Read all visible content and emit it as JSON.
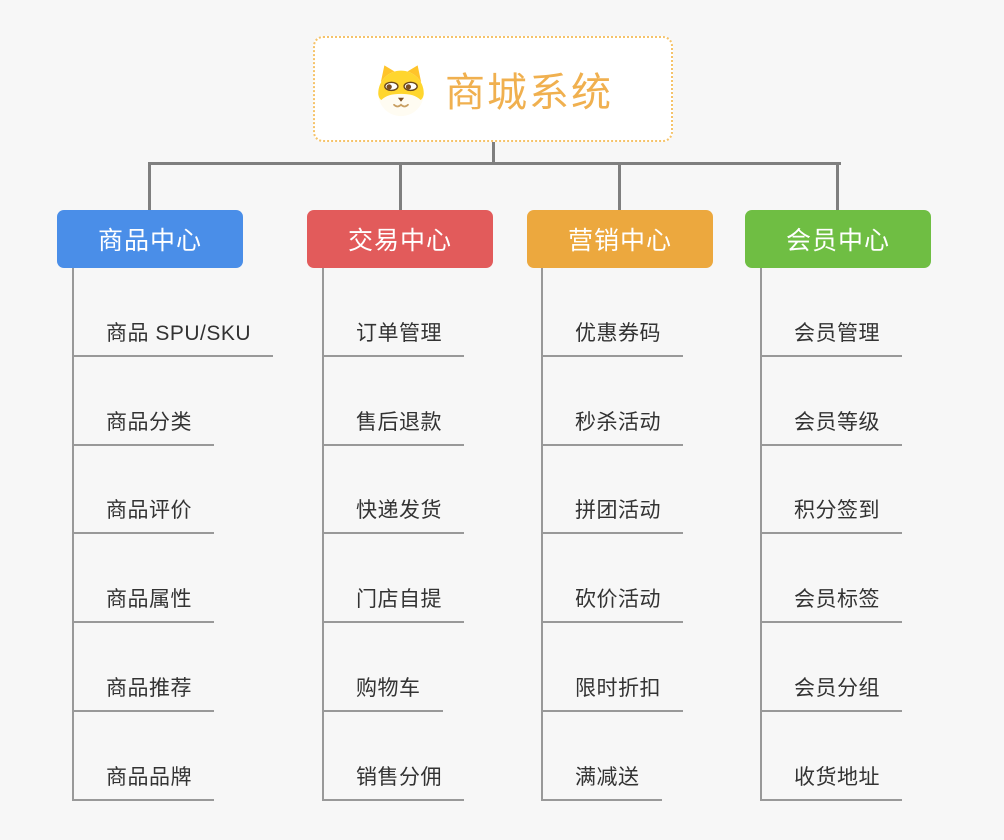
{
  "canvas": {
    "background": "#F7F7F7"
  },
  "root": {
    "title": "商城系统",
    "icon": "dog-face-icon",
    "title_color": "#F0B04F",
    "border_color": "#F5C36A"
  },
  "connectors": {
    "main_color": "#7F7F7F",
    "leaf_line_color": "#999999"
  },
  "branches": [
    {
      "label": "商品中心",
      "color": "#4A8EE8",
      "children": [
        "商品 SPU/SKU",
        "商品分类",
        "商品评价",
        "商品属性",
        "商品推荐",
        "商品品牌"
      ]
    },
    {
      "label": "交易中心",
      "color": "#E25B5B",
      "children": [
        "订单管理",
        "售后退款",
        "快递发货",
        "门店自提",
        "购物车",
        "销售分佣"
      ]
    },
    {
      "label": "营销中心",
      "color": "#ECA83E",
      "children": [
        "优惠券码",
        "秒杀活动",
        "拼团活动",
        "砍价活动",
        "限时折扣",
        "满减送"
      ]
    },
    {
      "label": "会员中心",
      "color": "#6FBE43",
      "children": [
        "会员管理",
        "会员等级",
        "积分签到",
        "会员标签",
        "会员分组",
        "收货地址"
      ]
    }
  ]
}
